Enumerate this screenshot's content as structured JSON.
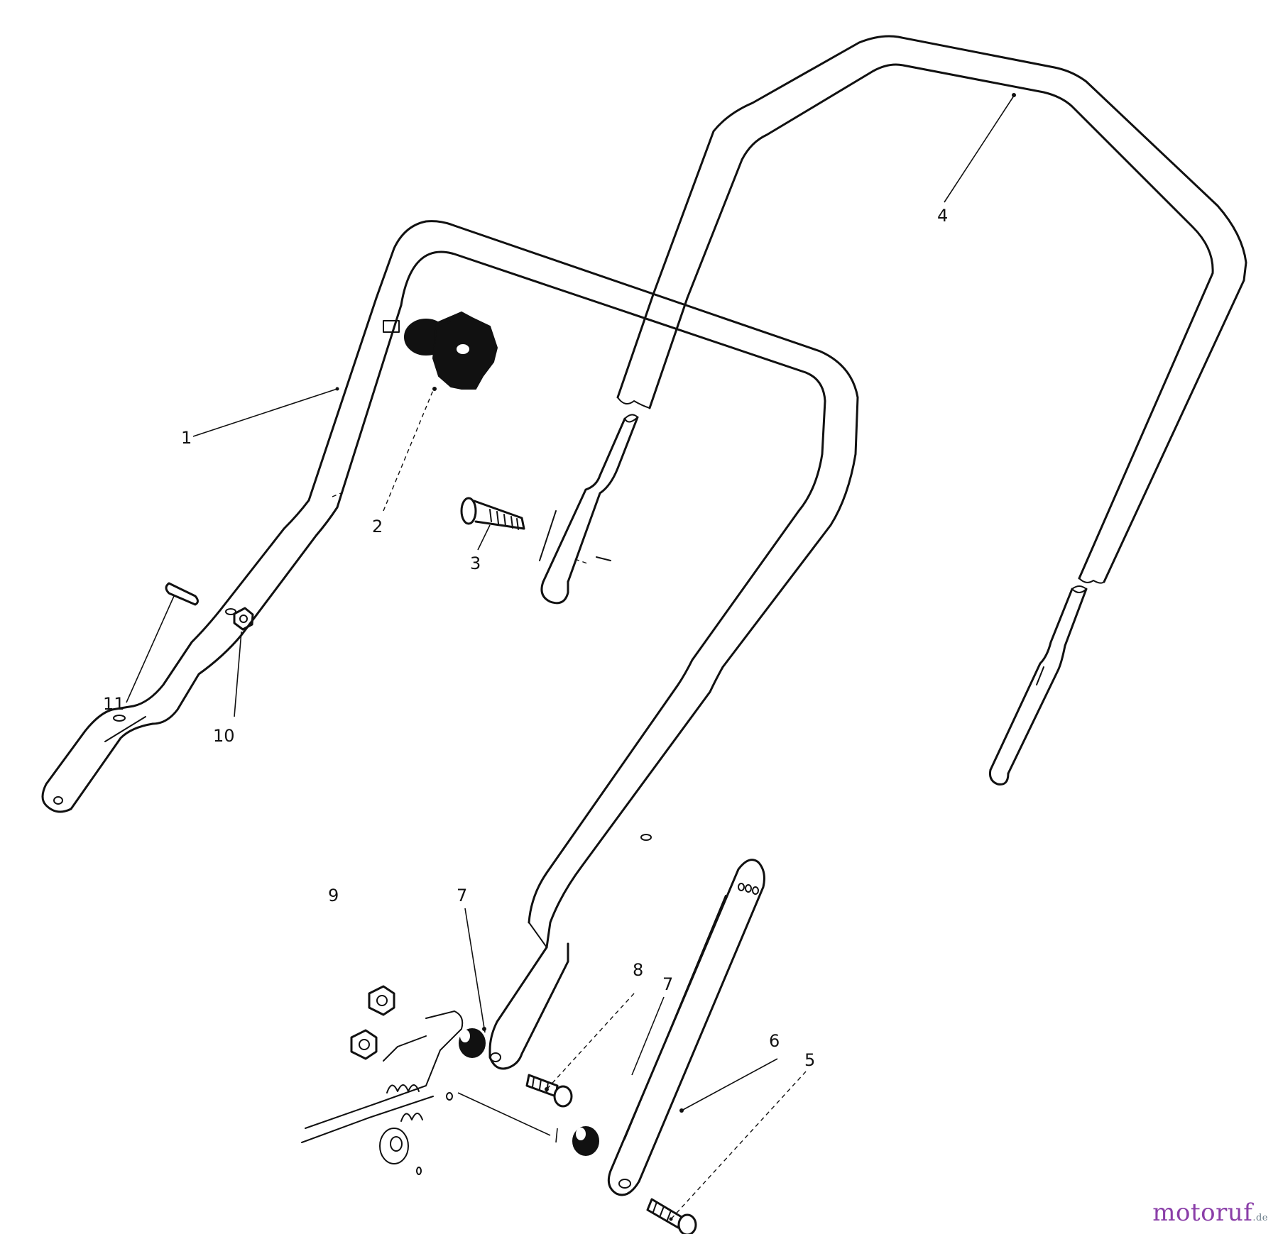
{
  "callouts": {
    "c1": "1",
    "c2": "2",
    "c3": "3",
    "c4": "4",
    "c5": "5",
    "c6": "6",
    "c7a": "7",
    "c7b": "7",
    "c8": "8",
    "c9": "9",
    "c10": "10",
    "c11": "11"
  },
  "watermark": {
    "name": "motoruf",
    "suffix": ".de"
  }
}
